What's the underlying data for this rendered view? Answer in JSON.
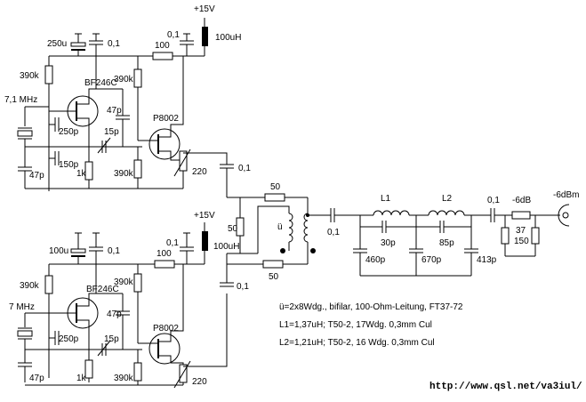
{
  "supply": {
    "top": "+15V",
    "bottom": "+15V"
  },
  "upper": {
    "freq": "7,1 MHz",
    "fet": "BF246C",
    "amp": "P8002",
    "c_elko": "250u",
    "c_01a": "0,1",
    "c_01b": "0,1",
    "r100": "100",
    "choke": "100uH",
    "r390_gate": "390k",
    "r390_bias": "390k",
    "c47p_mid": "47p",
    "c250p": "250p",
    "c150p": "150p",
    "c47p_bot": "47p",
    "c15p": "15p",
    "r1k": "1k",
    "r390_src": "390k",
    "r220": "220",
    "c_out": "0,1"
  },
  "lower": {
    "freq": "7 MHz",
    "fet": "BF246C",
    "amp": "P8002",
    "c_elko": "100u",
    "c_01a": "0,1",
    "c_01b": "0,1",
    "r100": "100",
    "choke": "100uH",
    "r390_gate": "390k",
    "r390_bias": "390k",
    "c47p_mid": "47p",
    "c250p": "250p",
    "c47p_bot": "47p",
    "c15p": "15p",
    "r1k": "1k",
    "r390_src": "390k",
    "r220": "220",
    "c_out": "0,1"
  },
  "mixer": {
    "r_top": "50",
    "r_left": "50",
    "r_bot": "50",
    "transformer": "ü",
    "c_out": "0,1"
  },
  "filter": {
    "L1": "L1",
    "L2": "L2",
    "c30p": "30p",
    "c85p": "85p",
    "c460p": "460p",
    "c670p": "670p",
    "c413p": "413p",
    "c_out": "0,1",
    "att_label": "-6dB",
    "r37": "37",
    "r150": "150",
    "out_level": "-6dBm"
  },
  "notes": [
    "ü=2x8Wdg., bifilar, 100-Ohm-Leitung, FT37-72",
    "L1=1,37uH; T50-2, 17Wdg. 0,3mm Cul",
    "L2=1,21uH; T50-2, 16 Wdg. 0,3mm Cul"
  ],
  "url": "http://www.qsl.net/va3iul/"
}
